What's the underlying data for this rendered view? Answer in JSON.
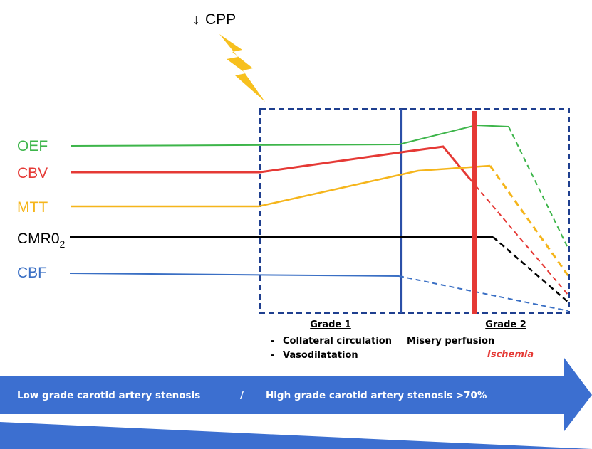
{
  "trigger": {
    "arrow": "↓",
    "label": "CPP",
    "icon": "lightning-bolt-icon"
  },
  "params": {
    "oef": {
      "label": "OEF",
      "color": "#3db54a"
    },
    "cbv": {
      "label": "CBV",
      "color": "#e53935"
    },
    "mtt": {
      "label": "MTT",
      "color": "#f5b51b"
    },
    "cmro2": {
      "label": "CMR0",
      "sub": "2",
      "color": "#000000"
    },
    "cbf": {
      "label": "CBF",
      "color": "#3a6fc4"
    }
  },
  "grades": {
    "grade1": {
      "title": "Grade 1",
      "items": [
        "Collateral circulation",
        "Vasodilatation"
      ],
      "bullet": "-"
    },
    "grade2": {
      "title": "Grade 2",
      "subtitle": "Misery perfusion",
      "marker": "Ischemia",
      "marker_color": "#e53935"
    }
  },
  "banner": {
    "left": "Low grade carotid artery stenosis",
    "divider": "/",
    "right": "High grade carotid artery stenosis >70%",
    "color": "#3c6fd0"
  },
  "colors": {
    "box": "#1f3f8f",
    "stroke_accent": "#2b4fa8"
  }
}
